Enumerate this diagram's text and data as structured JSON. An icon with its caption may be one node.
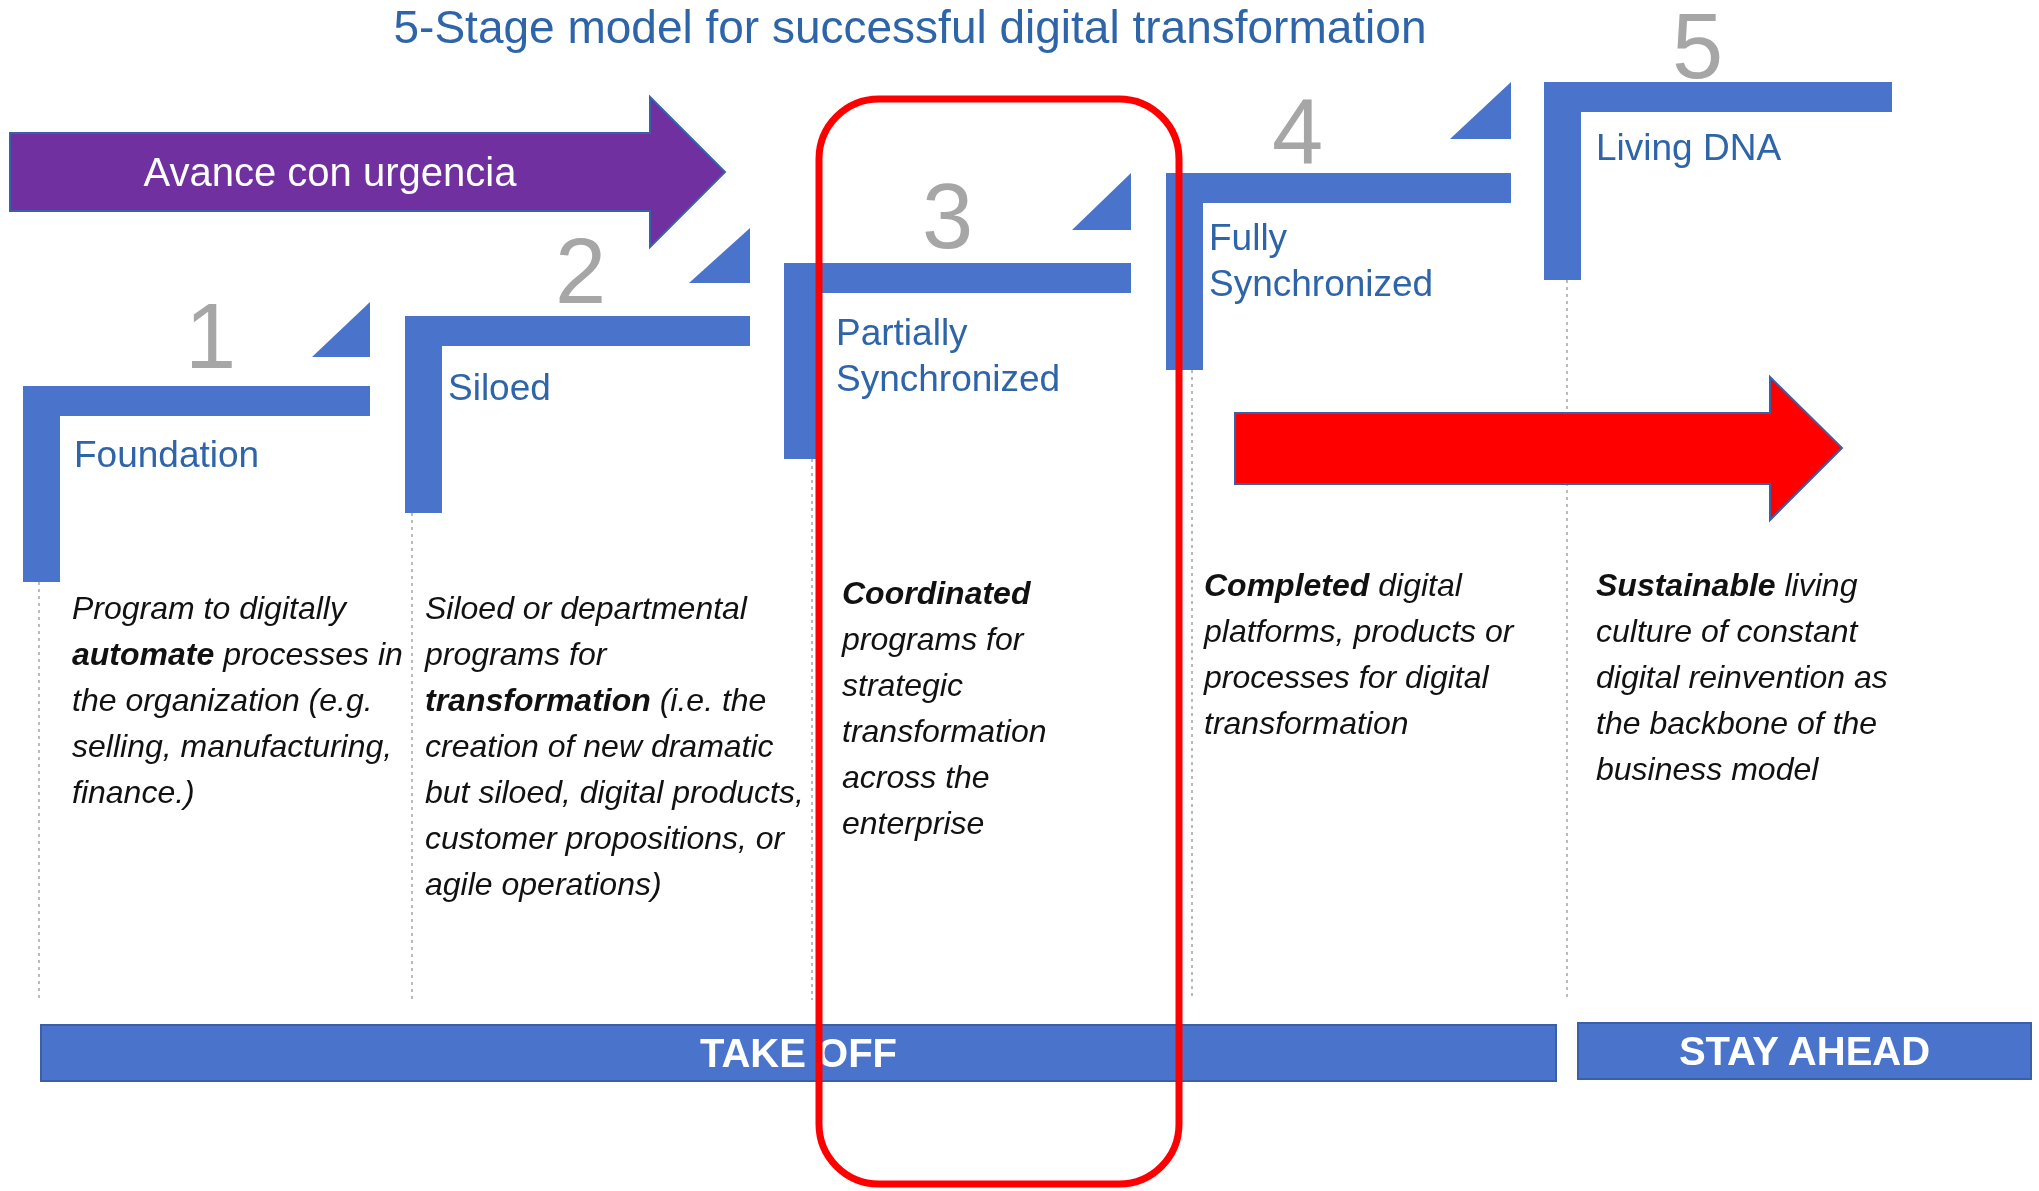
{
  "diagram": {
    "title": "5-Stage model for successful digital transformation",
    "nodes": [
      {
        "text": [
          "Avance con urgencia"
        ]
      },
      {
        "text": [
          "1",
          "Foundation",
          "Program to digitally **automate** processes in the organization (e.g. selling, manufacturing, finance.)"
        ]
      },
      {
        "text": [
          "2",
          "Siloed",
          "Siloed or departmental programs for **transformation** (i.e. the creation of new dramatic but siloed, digital products, customer propositions, or agile operations)"
        ]
      },
      {
        "text": [
          "3",
          "Partially Synchronized",
          "**Coordinated** programs for strategic transformation across the enterprise"
        ]
      },
      {
        "text": [
          "4",
          "Fully Synchronized",
          "**Completed** digital platforms, products or processes for digital transformation"
        ]
      },
      {
        "text": [
          "5",
          "Living DNA",
          "**Sustainable** living culture of constant digital reinvention as the backbone of the business model"
        ]
      },
      {
        "text": [
          "TAKE OFF"
        ]
      },
      {
        "text": [
          "STAY AHEAD"
        ]
      }
    ],
    "edges": []
  }
}
